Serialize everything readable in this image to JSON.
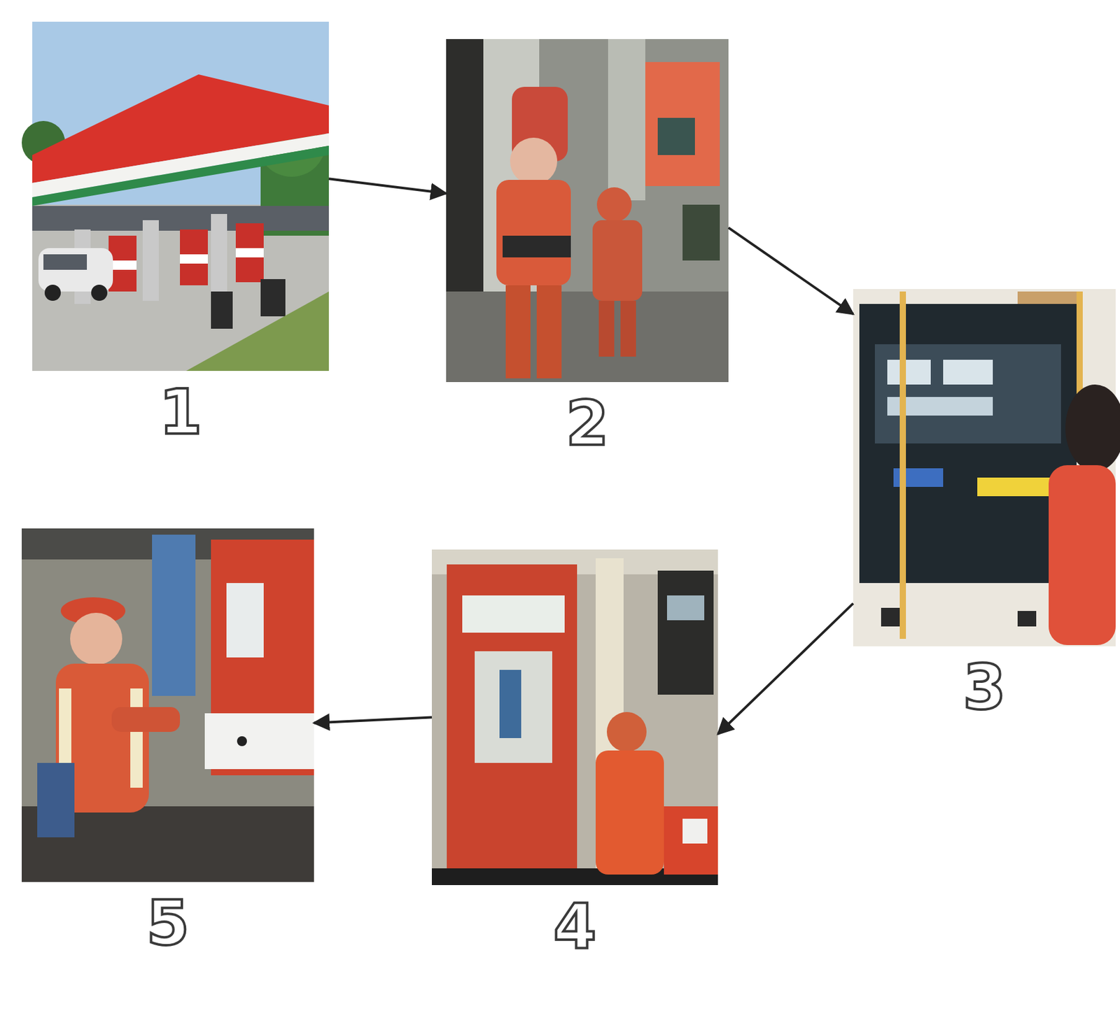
{
  "diagram": {
    "nodes": [
      {
        "text": [
          "1"
        ]
      },
      {
        "text": [
          "2"
        ]
      },
      {
        "text": [
          "3"
        ]
      },
      {
        "text": [
          "4"
        ]
      },
      {
        "text": [
          "5"
        ]
      }
    ],
    "edges": [
      {
        "from": 0,
        "to": 1,
        "arrow": "to"
      },
      {
        "from": 1,
        "to": 2,
        "arrow": "to"
      },
      {
        "from": 2,
        "to": 3,
        "arrow": "to"
      },
      {
        "from": 3,
        "to": 4,
        "arrow": "to"
      }
    ]
  }
}
